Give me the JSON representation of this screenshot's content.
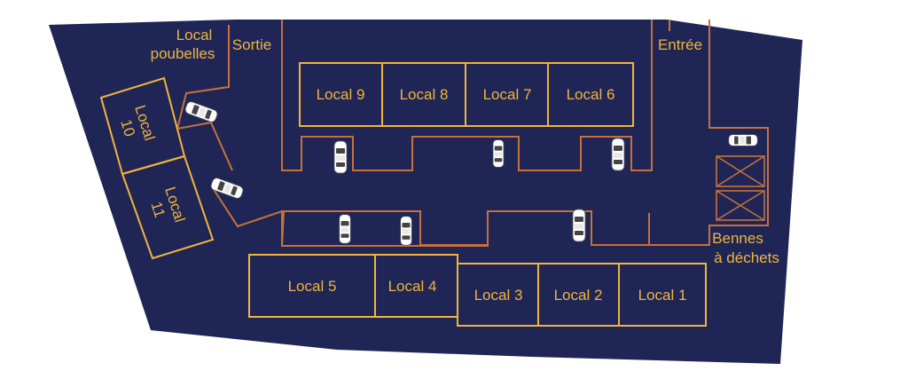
{
  "colors": {
    "background": "#1f2656",
    "unit_outline": "#f0b43c",
    "wall": "#c8703c",
    "text": "#f0b43c",
    "car": "#ffffff"
  },
  "units": {
    "local_1": "Local 1",
    "local_2": "Local 2",
    "local_3": "Local 3",
    "local_4": "Local 4",
    "local_5": "Local 5",
    "local_6": "Local 6",
    "local_7": "Local 7",
    "local_8": "Local 8",
    "local_9": "Local 9",
    "local_10": {
      "line1": "Local",
      "line2": "10"
    },
    "local_11": {
      "line1": "Local",
      "line2": "11"
    }
  },
  "labels": {
    "poubelles": {
      "line1": "Local",
      "line2": "poubelles"
    },
    "sortie": "Sortie",
    "entree": "Entrée",
    "bennes": {
      "line1": "Bennes",
      "line2": "à déchets"
    }
  },
  "icons": {
    "car": "car-icon",
    "bin": "waste-container-icon"
  }
}
